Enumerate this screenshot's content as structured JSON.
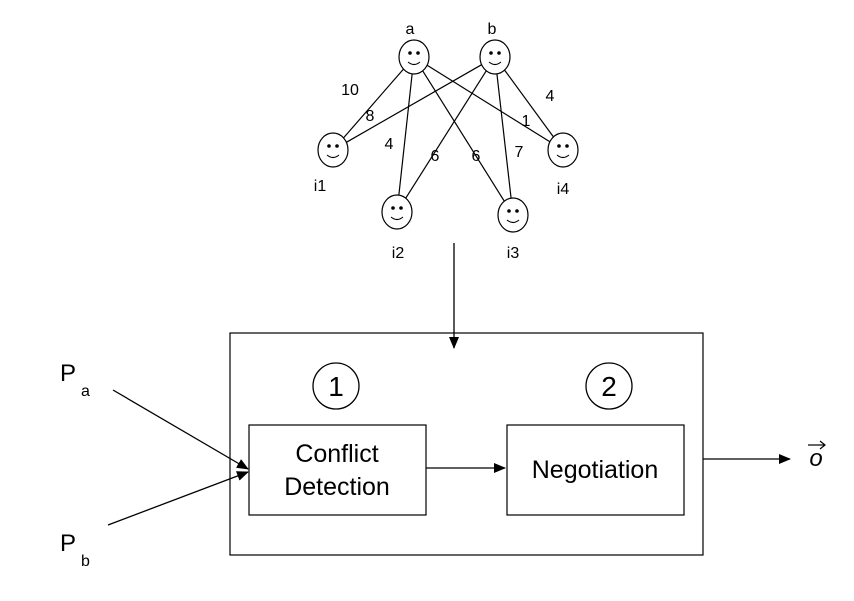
{
  "graph": {
    "top_nodes": [
      {
        "id": "a",
        "label": "a"
      },
      {
        "id": "b",
        "label": "b"
      }
    ],
    "bottom_nodes": [
      {
        "id": "i1",
        "label": "i1"
      },
      {
        "id": "i2",
        "label": "i2"
      },
      {
        "id": "i3",
        "label": "i3"
      },
      {
        "id": "i4",
        "label": "i4"
      }
    ],
    "edges": [
      {
        "from": "a",
        "to": "i1",
        "weight": "10"
      },
      {
        "from": "b",
        "to": "i1",
        "weight": "8"
      },
      {
        "from": "a",
        "to": "i2",
        "weight": "4"
      },
      {
        "from": "b",
        "to": "i2",
        "weight": "6"
      },
      {
        "from": "a",
        "to": "i3",
        "weight": "6"
      },
      {
        "from": "b",
        "to": "i3",
        "weight": "7"
      },
      {
        "from": "b",
        "to": "i4",
        "weight": "4"
      },
      {
        "from": "a",
        "to": "i4",
        "weight": "1"
      }
    ]
  },
  "inputs": {
    "pa": {
      "base": "P",
      "sub": "a"
    },
    "pb": {
      "base": "P",
      "sub": "b"
    }
  },
  "process": {
    "step1": {
      "number": "1",
      "line1": "Conflict",
      "line2": "Detection"
    },
    "step2": {
      "number": "2",
      "label": "Negotiation"
    }
  },
  "output": {
    "symbol": "o"
  }
}
